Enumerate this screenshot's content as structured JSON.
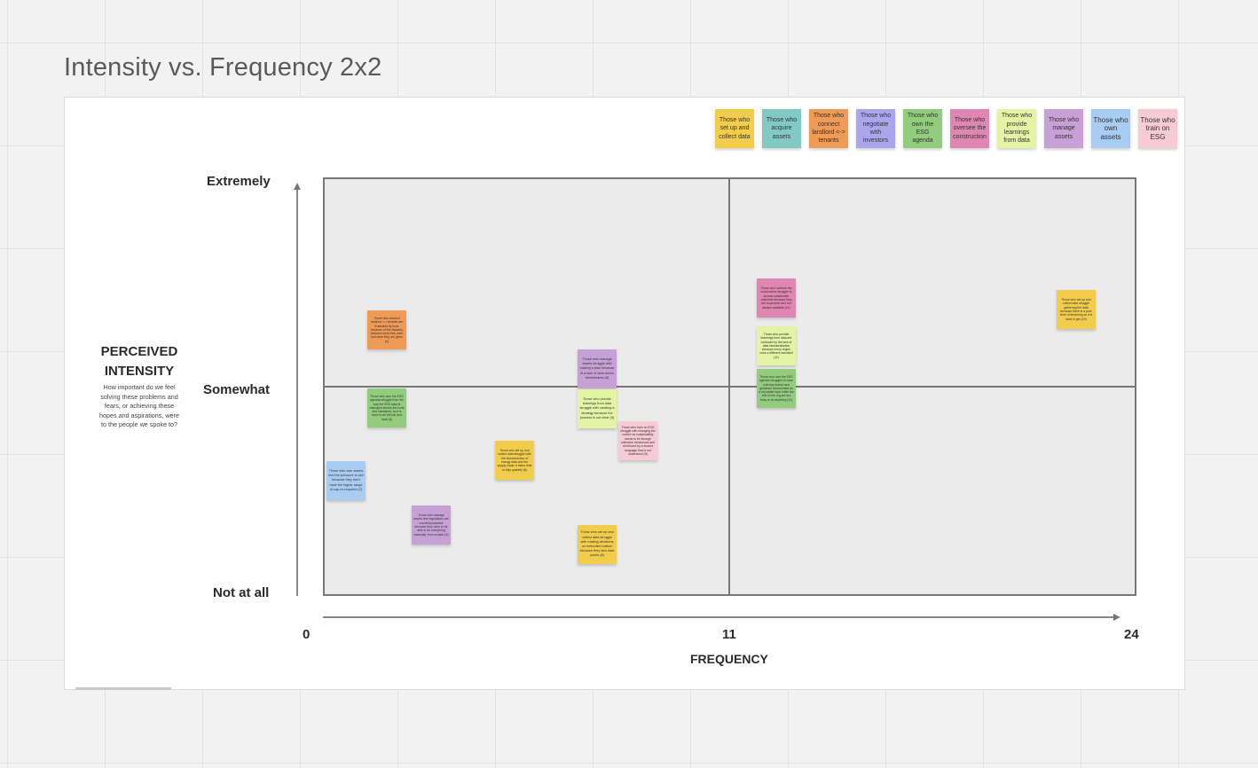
{
  "board": {
    "title": "Intensity vs. Frequency 2x2"
  },
  "legend": [
    {
      "label": "Those who set up and collect data",
      "color": "#f2cd4b"
    },
    {
      "label": "Those who acquire assets",
      "color": "#83c9c3"
    },
    {
      "label": "Those who connect landlord <-> tenants",
      "color": "#ef9a55"
    },
    {
      "label": "Those who negotiate with investors",
      "color": "#a9a6ee"
    },
    {
      "label": "Those who own the ESG agenda",
      "color": "#93cc7d"
    },
    {
      "label": "Those who oversee the construction",
      "color": "#df86b2"
    },
    {
      "label": "Those who provide learnings from data",
      "color": "#e4f3a4"
    },
    {
      "label": "Those who manage assets",
      "color": "#c7a1d5"
    },
    {
      "label": "Those who own assets",
      "color": "#a9cdf2"
    },
    {
      "label": "Those who train on ESG",
      "color": "#f7cbd6"
    }
  ],
  "axes": {
    "y_title": "PERCEIVED INTENSITY",
    "y_description": "How important do we feel solving these problems and fears, or achieving these hopes and aspirations, were to the people we spoke to?",
    "y_levels": {
      "top": "Extremely",
      "middle": "Somewhat",
      "bottom": "Not at all"
    },
    "x_title": "FREQUENCY",
    "x_ticks": {
      "left": "0",
      "middle": "11",
      "right": "24"
    }
  },
  "notes": [
    {
      "text": "Those who connect landlord <-> tenants are frustrated by tools because of the disparity between what they want and what they are given (4)",
      "color": "#ef9a55"
    },
    {
      "text": "Those who own the ESG agenda struggle from the way the ESG data is managed across the tools and standards, so it is hard to set the bar and track (6)",
      "color": "#93cc7d"
    },
    {
      "text": "Those who own assets feel the pressure to sell because they don't have the higher range of cap ex required (2)",
      "color": "#a9cdf2"
    },
    {
      "text": "Those who manage assets feel regulations are counterproductive because they have to be able to do everything manually, from scratch (4)",
      "color": "#c7a1d5"
    },
    {
      "text": "Those who set up and collect data struggle with the disconnection of energy data and the supply chain; it takes time to fully quantify (8)",
      "color": "#f2cd4b"
    },
    {
      "text": "Those who manage assets struggle with making a plan because of a lack of data driven benchmarks (8)",
      "color": "#c7a1d5"
    },
    {
      "text": "Those who provide learnings from data struggle with creating a strategy because the process is not clear (9)",
      "color": "#e4f3a4"
    },
    {
      "text": "Those who train on ESG struggle with changing the culture as sustainability needs to be through collective behaviours and reinforced by a shared language that is not understood (9)",
      "color": "#f7cbd6"
    },
    {
      "text": "Those who set up and collect data struggle with making decisions on embodied carbon because they lack data points (8)",
      "color": "#f2cd4b"
    },
    {
      "text": "Those who oversee the construction struggle to access sustainable materials because they are expensive and not always available (11)",
      "color": "#df86b2"
    },
    {
      "text": "Those who provide learnings from data are confused by the lack of data standardisation because every region uses a different standard (11)",
      "color": "#e4f3a4"
    },
    {
      "text": "Those who own the ESG agenda struggles to have a strong reason and guidance around data as a reputable topic while the rest of the org are too busy to do anything (11)",
      "color": "#93cc7d"
    },
    {
      "text": "Those who set up and collect data struggle gathering the data because there is a poor level of tendering so it is hard to get (19)",
      "color": "#f2cd4b"
    }
  ]
}
